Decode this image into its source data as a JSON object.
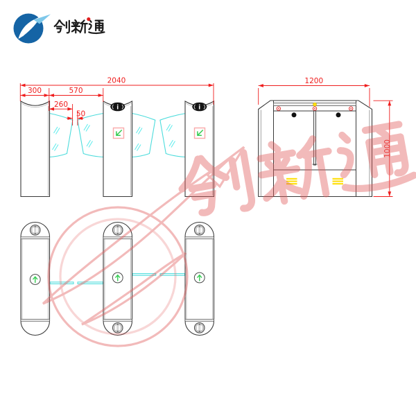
{
  "logo": {
    "name": "创新通"
  },
  "watermark": {
    "text": "创新通"
  },
  "views": {
    "front": {
      "dims": {
        "total_width": "2040",
        "cabinet_width": "300",
        "lane_width": "570",
        "flap_length": "260",
        "flap_gap": "50"
      }
    },
    "side": {
      "dims": {
        "depth": "1200",
        "height": "1000"
      }
    }
  },
  "icons": {
    "reader_label": "i"
  },
  "colors": {
    "dimension_red": "#ef1d1d",
    "glass_cyan": "#4cdcdc",
    "indicator_green": "#35cd52",
    "vent_yellow": "#ffe012",
    "logo_blue": "#1564a5",
    "logo_tip_blue": "#7ec8ea",
    "watermark_red": "#e25c5c",
    "line_black": "#3a3a3a"
  }
}
